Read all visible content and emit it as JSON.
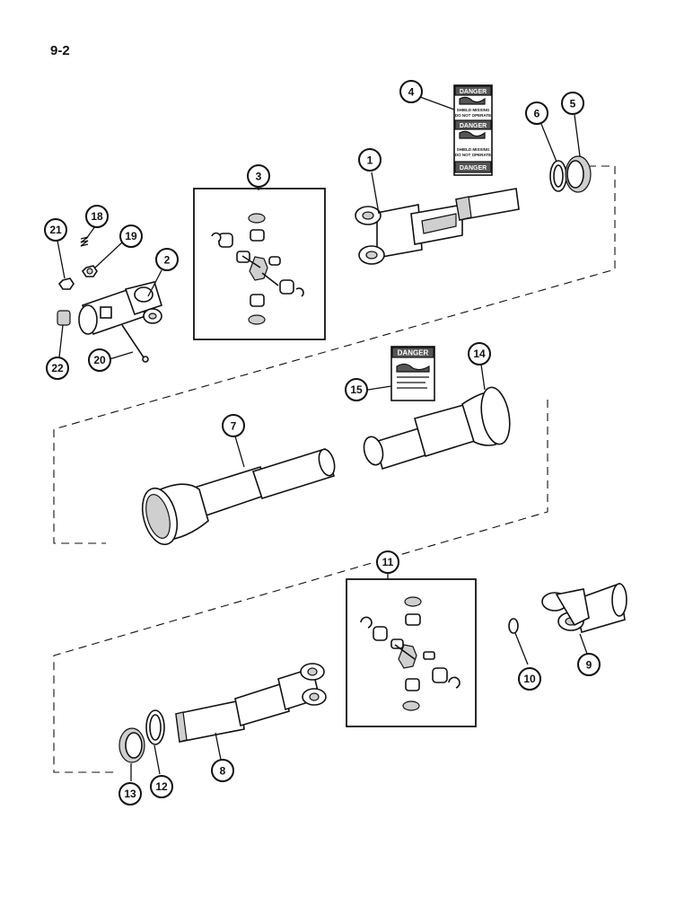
{
  "page_number": "9-2",
  "callouts": [
    "1",
    "2",
    "3",
    "4",
    "5",
    "6",
    "7",
    "8",
    "9",
    "10",
    "11",
    "12",
    "13",
    "14",
    "15",
    "18",
    "19",
    "20",
    "21",
    "22"
  ],
  "decal_4": {
    "warning_word": "DANGER",
    "line_1": "SHIELD MISSING",
    "line_2": "DO NOT OPERATE"
  },
  "decal_15": {
    "warning_word": "DANGER"
  }
}
